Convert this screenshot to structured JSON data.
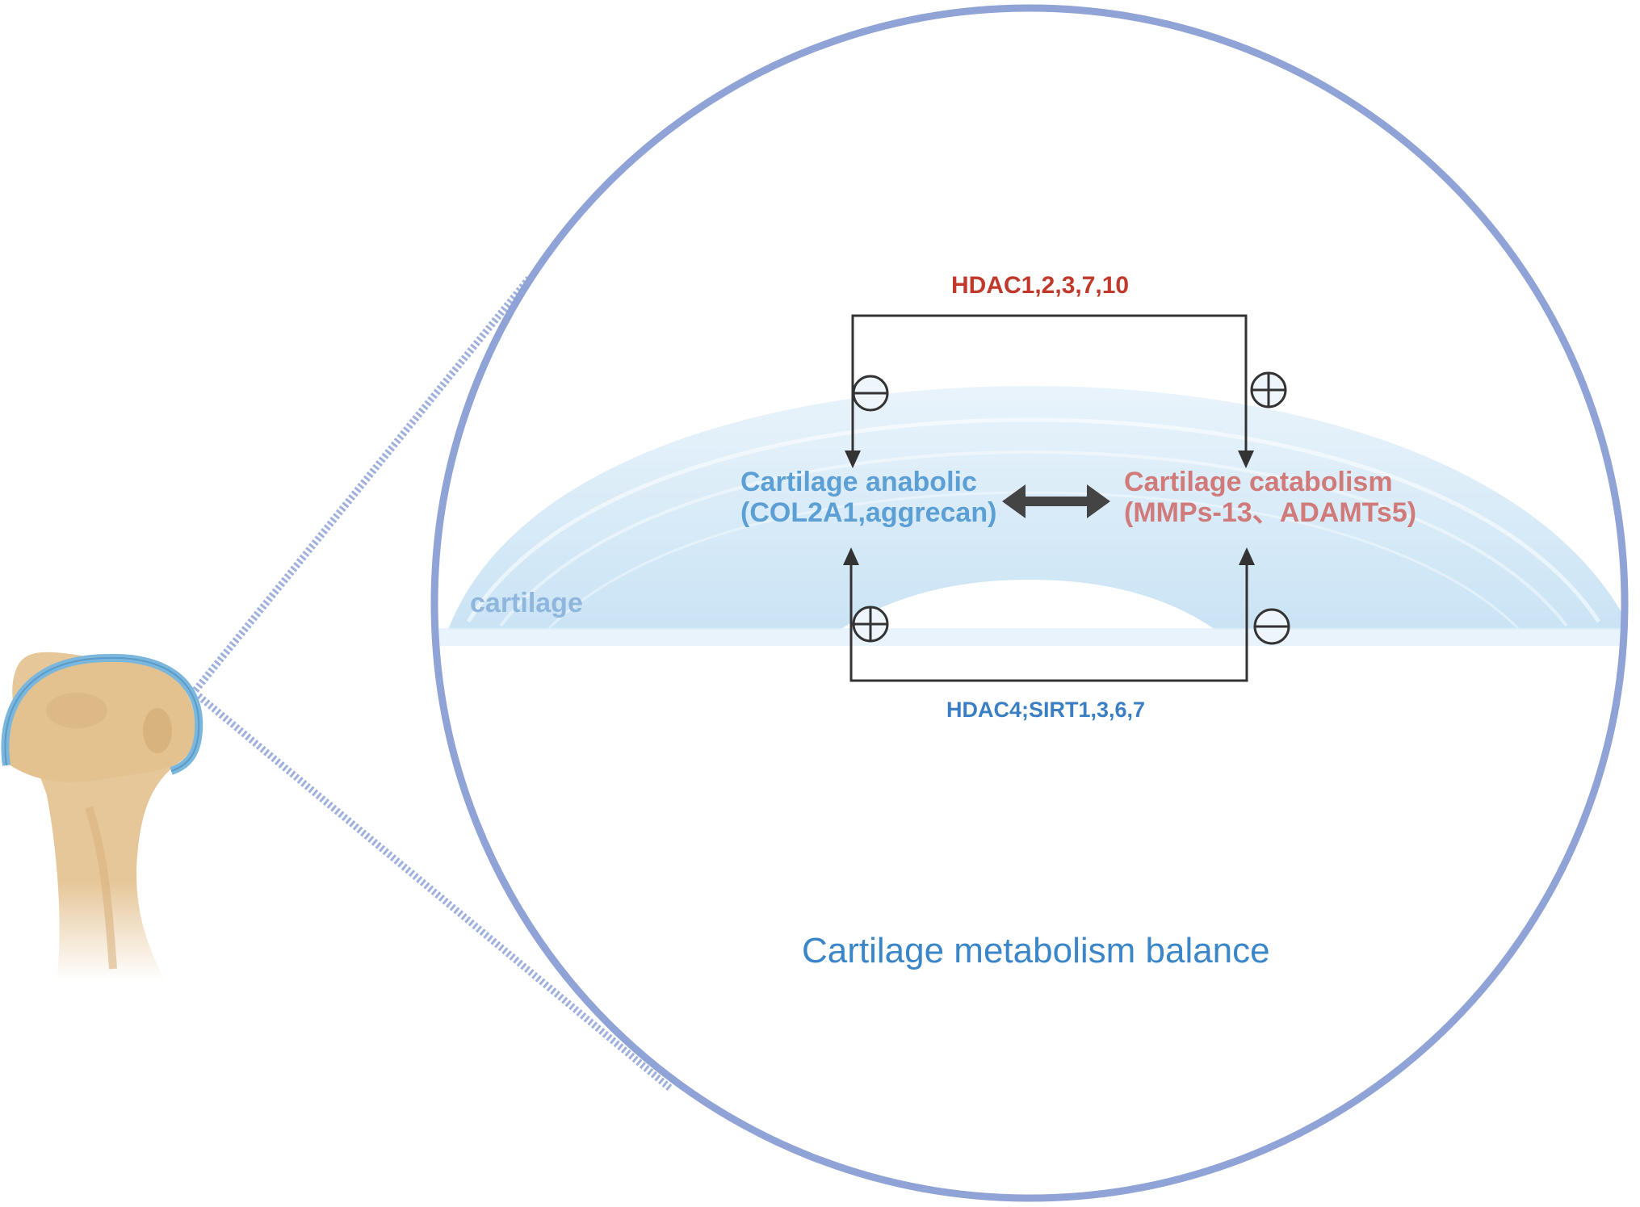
{
  "regulators": {
    "top": "HDAC1,2,3,7,10",
    "bottom": "HDAC4;SIRT1,3,6,7"
  },
  "anabolic": {
    "line1": "Cartilage anabolic",
    "line2": "(COL2A1,aggrecan)"
  },
  "catabolic": {
    "line1": "Cartilage catabolism",
    "line2": "(MMPs-13、ADAMTs5)"
  },
  "tissue_label": "cartilage",
  "caption": "Cartilage metabolism balance",
  "signs": {
    "top_left": "minus",
    "top_right": "plus",
    "bottom_left": "plus",
    "bottom_right": "minus"
  },
  "colors": {
    "circle": "#8fa3d6",
    "cartilage": "#cfe6f5",
    "bone": "#e6c79a",
    "bone_cap": "#7bb6dc",
    "inhibit_red": "#c0392b",
    "promote_blue": "#3a7fc4",
    "anabolic_text": "#5b9fd4",
    "catabolic_text": "#d07a7a",
    "caption_text": "#3a86c8",
    "tissue_text": "#8fb6dd"
  }
}
